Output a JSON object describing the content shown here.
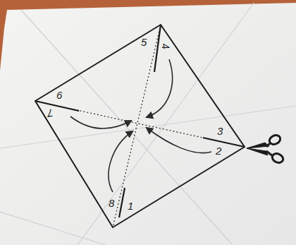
{
  "diagram": {
    "labels": [
      "5",
      "4",
      "6",
      "7",
      "3",
      "2",
      "8",
      "1"
    ]
  }
}
